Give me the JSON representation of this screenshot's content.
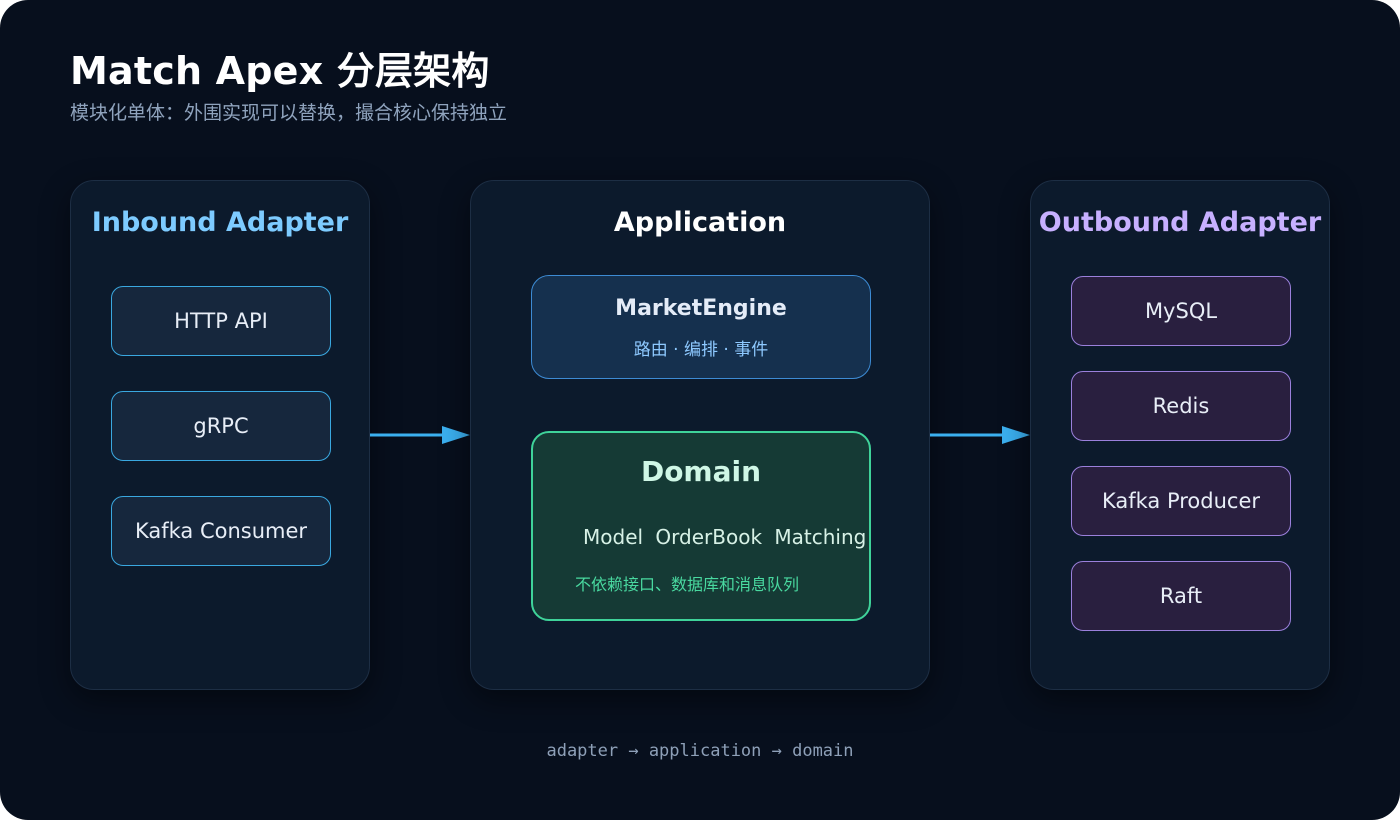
{
  "header": {
    "title": "Match Apex 分层架构",
    "subtitle": "模块化单体：外围实现可以替换，撮合核心保持独立"
  },
  "inbound": {
    "title": "Inbound Adapter",
    "items": [
      "HTTP API",
      "gRPC",
      "Kafka Consumer"
    ]
  },
  "application": {
    "title": "Application",
    "engine": {
      "name": "MarketEngine",
      "sub": "路由 · 编排 · 事件"
    },
    "domain": {
      "title": "Domain",
      "models": [
        "Model",
        "OrderBook",
        "Matching"
      ],
      "note": "不依赖接口、数据库和消息队列"
    }
  },
  "outbound": {
    "title": "Outbound Adapter",
    "items": [
      "MySQL",
      "Redis",
      "Kafka Producer",
      "Raft"
    ]
  },
  "footer": {
    "flow": "adapter → application → domain"
  },
  "colors": {
    "background": "#070f1d",
    "panel": "#0c1a2c",
    "inbound_accent": "#7dcbff",
    "outbound_accent": "#c7b0ff",
    "domain_accent": "#3fd39a",
    "arrow": "#3bb0f0"
  },
  "icons": {
    "flow_arrows": "arrow-right-icon"
  }
}
